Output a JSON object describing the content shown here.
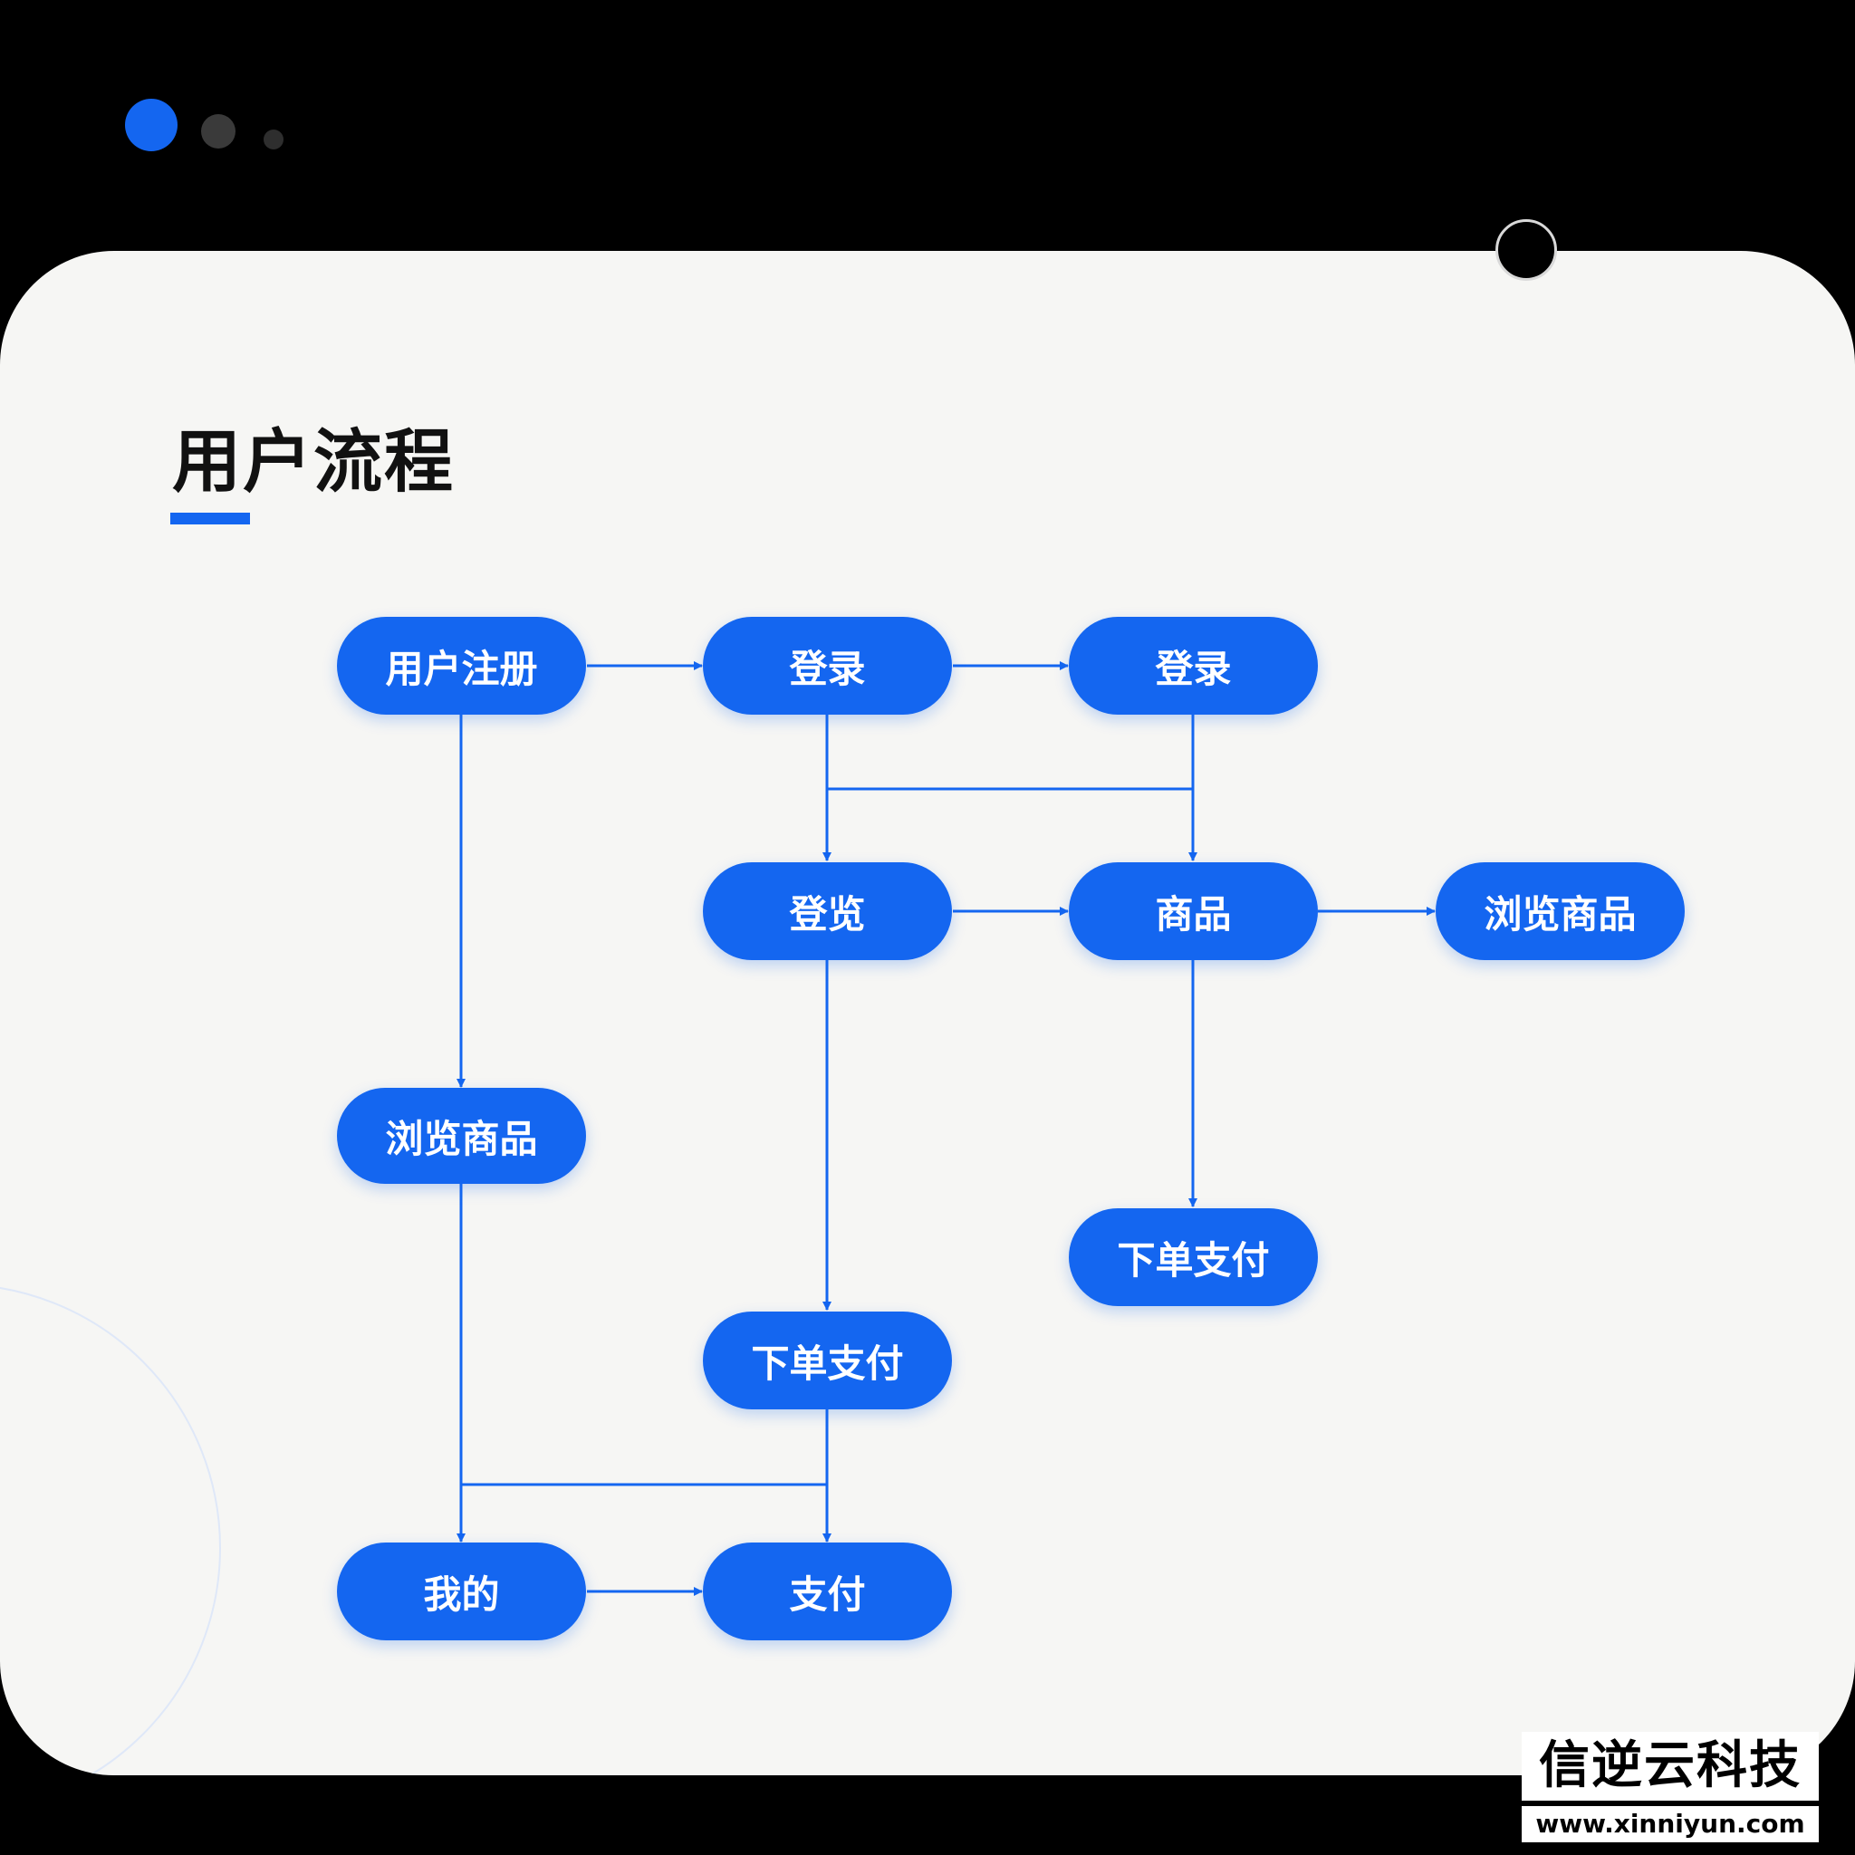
{
  "page": {
    "title": "用户流程"
  },
  "colors": {
    "accent": "#1466f0",
    "background": "#000000",
    "card": "#f6f6f4"
  },
  "flow": {
    "nodes": [
      {
        "id": "register",
        "label": "用户注册"
      },
      {
        "id": "login-1",
        "label": "登录"
      },
      {
        "id": "login-2",
        "label": "登录"
      },
      {
        "id": "deng-lan",
        "label": "登览"
      },
      {
        "id": "product",
        "label": "商品"
      },
      {
        "id": "browse-right",
        "label": "浏览商品"
      },
      {
        "id": "browse-left",
        "label": "浏览商品"
      },
      {
        "id": "order-pay-right",
        "label": "下单支付"
      },
      {
        "id": "order-pay-center",
        "label": "下单支付"
      },
      {
        "id": "mine",
        "label": "我的"
      },
      {
        "id": "pay",
        "label": "支付"
      }
    ],
    "edges": [
      {
        "from": "register",
        "to": "login-1"
      },
      {
        "from": "login-1",
        "to": "login-2"
      },
      {
        "from": "register",
        "to": "browse-left"
      },
      {
        "from": "login-1",
        "to": "deng-lan"
      },
      {
        "from": "login-2",
        "to": "product"
      },
      {
        "from": "login-1",
        "to": "product"
      },
      {
        "from": "deng-lan",
        "to": "product"
      },
      {
        "from": "product",
        "to": "browse-right"
      },
      {
        "from": "deng-lan",
        "to": "order-pay-center"
      },
      {
        "from": "product",
        "to": "order-pay-right"
      },
      {
        "from": "browse-left",
        "to": "mine"
      },
      {
        "from": "order-pay-center",
        "to": "pay"
      },
      {
        "from": "browse-left",
        "to": "pay"
      },
      {
        "from": "mine",
        "to": "pay"
      }
    ]
  },
  "watermark": {
    "name": "信逆云科技",
    "url": "www.xinniyun.com"
  }
}
